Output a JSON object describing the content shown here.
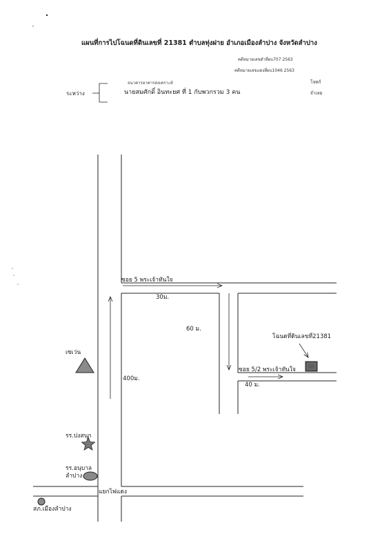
{
  "header": {
    "title": "แผนที่การไปโฉนดที่ดินเลขที่ 21381  ตำบลทุ่งฝาย  อำเภอเมืองลำปาง จังหวัดลำปาง",
    "case_number_1": "คดีหมายเลขดำที่ผบ707 2563",
    "case_number_2": "คดีหมายเลขแดงที่ผบ1046 2563",
    "plaintiff_name": "ธนาคารอาคารสงเคราะห์",
    "plaintiff_role": "โจทก์",
    "between_label": "ระหว่าง",
    "defendant_name": "นายสมศักดิ์  อินทะยศ  ที่ 1 กับพวกรวม 3 คน",
    "defendant_role": "จำเลย"
  },
  "map": {
    "soi5_label": "ซอย 5 พระเจ้าทันใจ",
    "soi5_2_label": "ซอย 5/2 พระเจ้าทันใจ",
    "dist_30": "30ม.",
    "dist_60": "60 ม.",
    "dist_40": "40 ม.",
    "dist_400": "400ม.",
    "parcel_label": "โฉนดที่ดินเลขที่21381",
    "seven_eleven_label": "เซเว่น",
    "school_pongsanuk_label": "รร.ปงสนุก",
    "school_anuban_label_1": "รร.อนุบาล",
    "school_anuban_label_2": "ลำปาง",
    "intersection_label": "แยกไฟแดง",
    "police_label": "สภ.เมืองลำปาง",
    "colors": {
      "line": "#222222",
      "landmark_fill": "#8a8a8a",
      "parcel_fill": "#5e5e5e"
    }
  }
}
